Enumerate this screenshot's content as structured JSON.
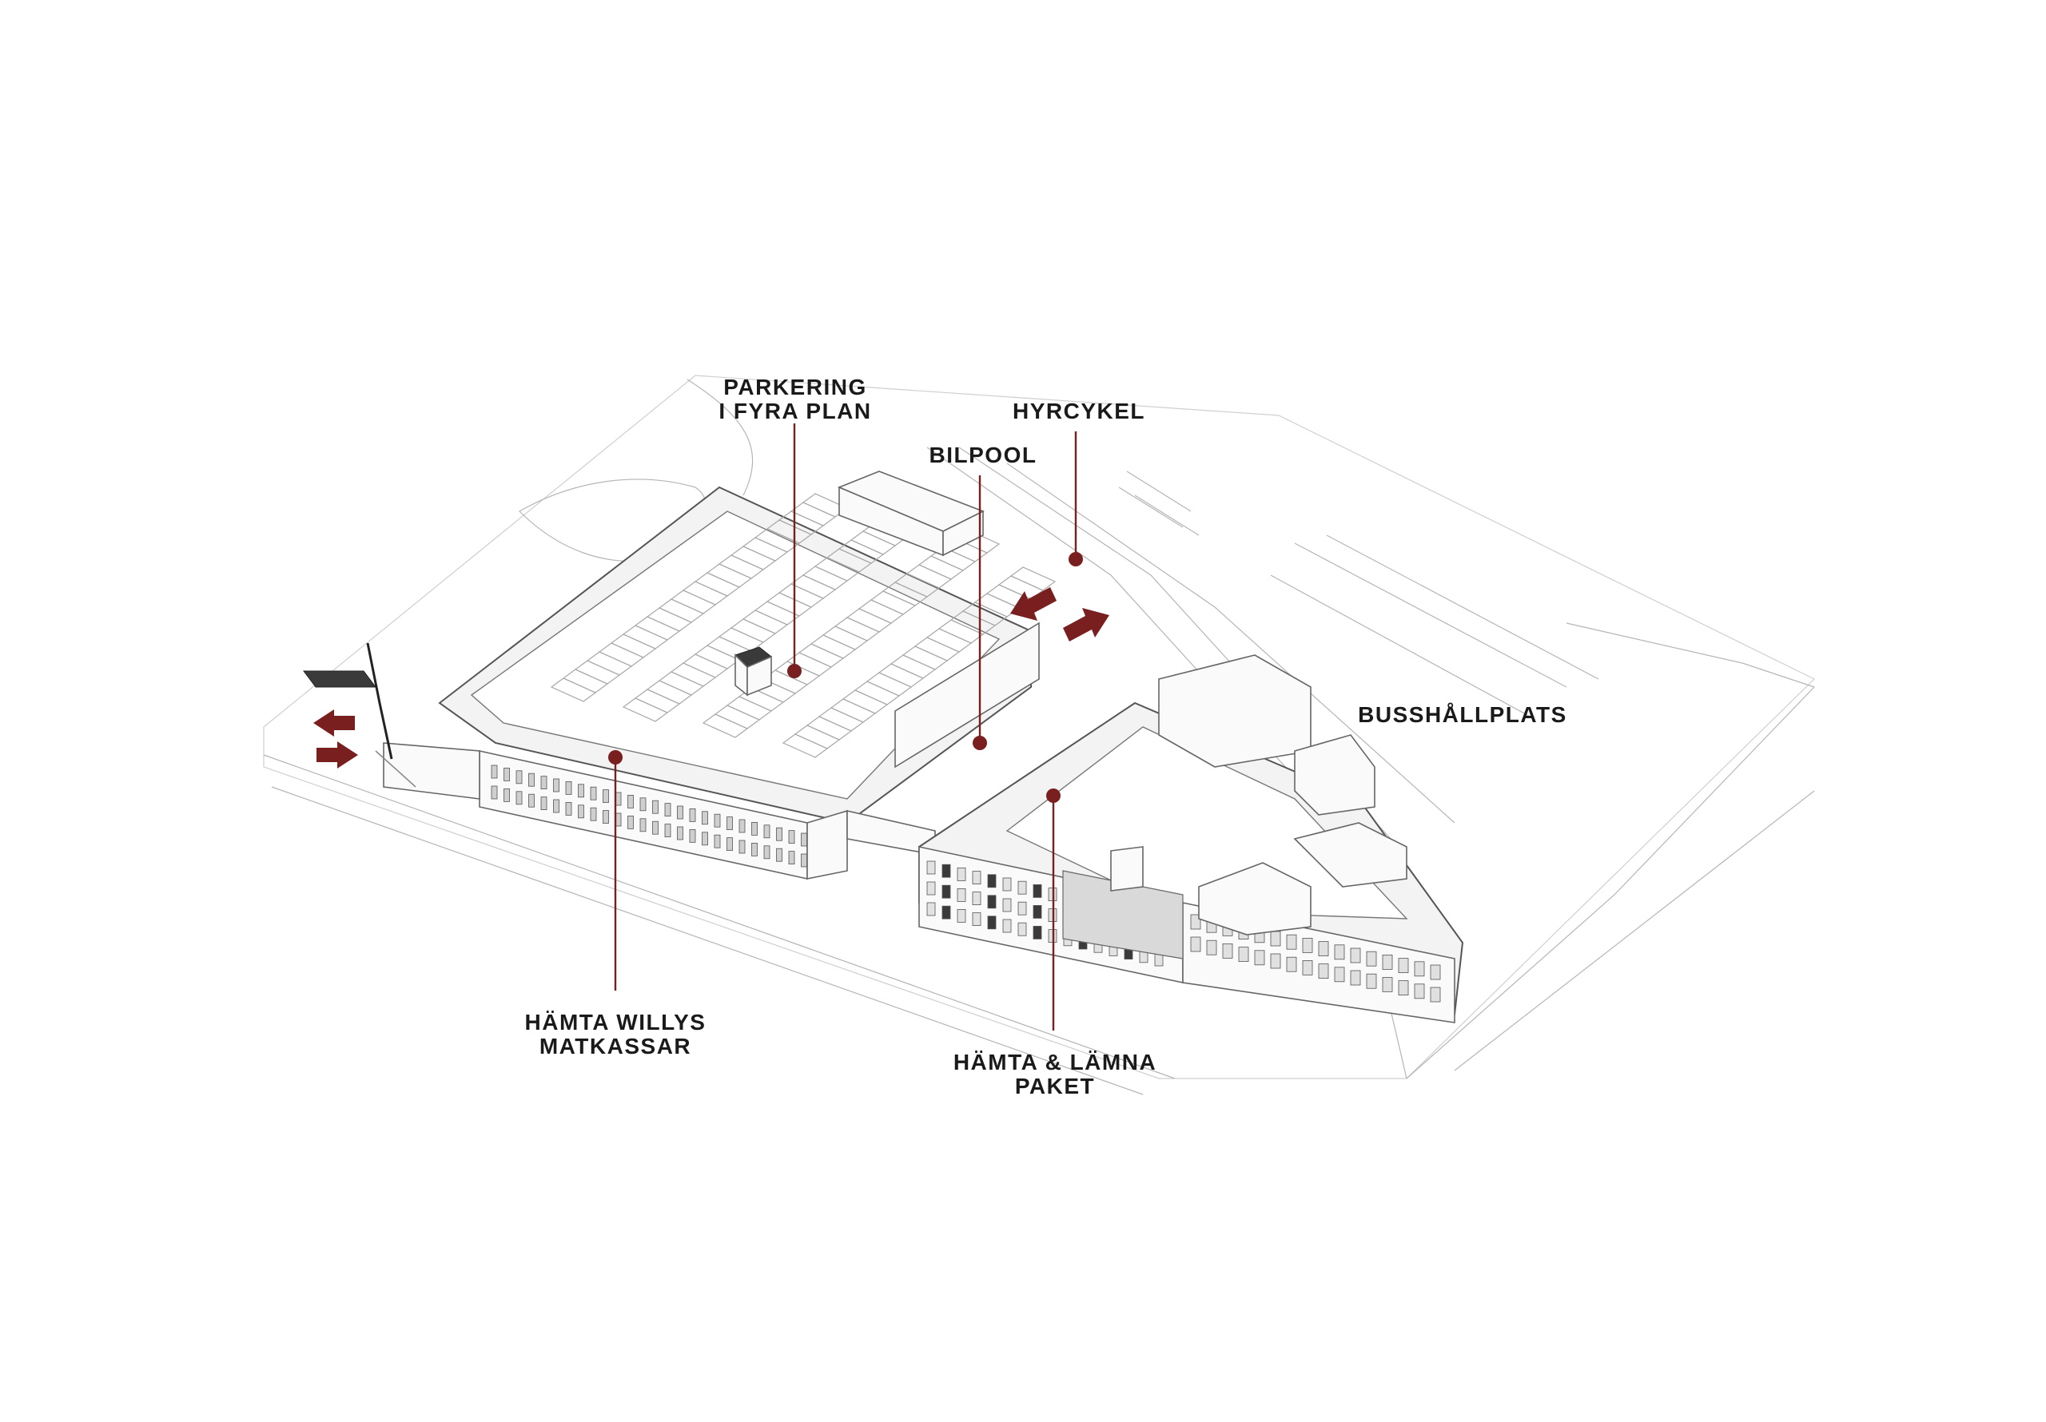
{
  "labels": {
    "parkering": [
      "PARKERING",
      "I FYRA PLAN"
    ],
    "hyrcykel": [
      "HYRCYKEL"
    ],
    "bilpool": [
      "BILPOOL"
    ],
    "busshallplats": [
      "BUSSHÅLLPLATS"
    ],
    "hamta_willys": [
      "HÄMTA WILLYS",
      "MATKASSAR"
    ],
    "hamta_lamna": [
      "HÄMTA & LÄMNA",
      "PAKET"
    ]
  },
  "colors": {
    "accent": "#7a1f1f",
    "text": "#1a1a1a",
    "linework": "#8a8a8a"
  },
  "icons": {
    "arrows": "double-direction-arrow-icon",
    "markers": "location-dot-icon"
  }
}
